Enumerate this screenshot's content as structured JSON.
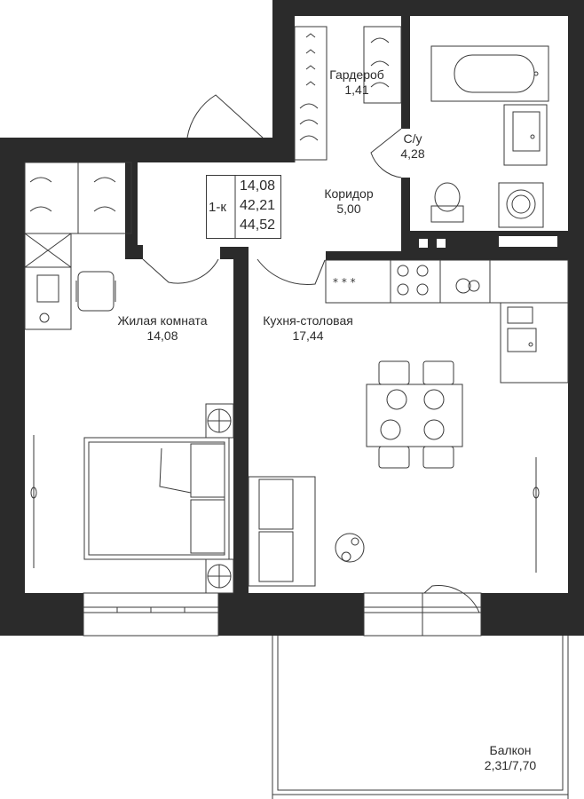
{
  "plan": {
    "summary": {
      "type": "1-к",
      "living_area": "14,08",
      "total_area": "42,21",
      "total_with_balcony": "44,52"
    },
    "rooms": [
      {
        "id": "wardrobe",
        "name": "Гардероб",
        "area": "1,41"
      },
      {
        "id": "bathroom",
        "name": "С/у",
        "area": "4,28"
      },
      {
        "id": "corridor",
        "name": "Коридор",
        "area": "5,00"
      },
      {
        "id": "living",
        "name": "Жилая комната",
        "area": "14,08"
      },
      {
        "id": "kitchen",
        "name": "Кухня-столовая",
        "area": "17,44"
      },
      {
        "id": "balcony",
        "name": "Балкон",
        "area": "2,31/7,70"
      }
    ],
    "colors": {
      "wall": "#2b2b2b",
      "line": "#3a3a3a",
      "background": "#ffffff"
    }
  }
}
